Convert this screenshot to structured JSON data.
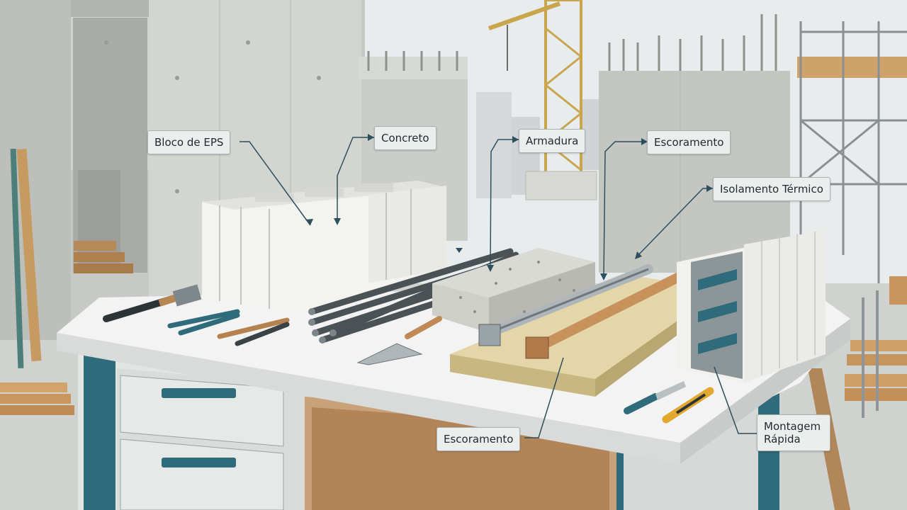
{
  "callouts": {
    "eps_block": "Bloco de EPS",
    "concrete": "Concreto",
    "rebar": "Armadura",
    "shoring_top": "Escoramento",
    "thermal_insulation": "Isolamento Térmico",
    "shoring_bottom": "Escoramento",
    "quick_assembly": "Montagem Rápida"
  },
  "colors": {
    "leader_line": "#2e4f5e",
    "workbench_frame": "#2f6b7a",
    "eps": "#f3f3f0",
    "concrete": "#cfcfc9",
    "wood": "#c8925a"
  }
}
